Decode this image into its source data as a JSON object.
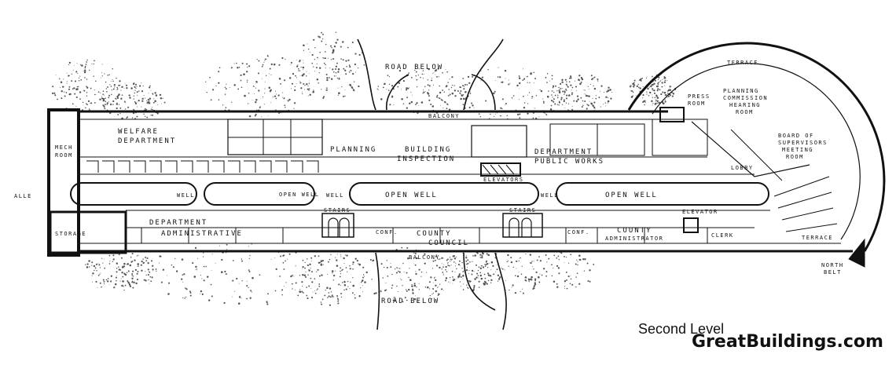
{
  "plan": {
    "caption": "Second Level",
    "watermark": "GreatBuildings.com",
    "labels": {
      "road_below_top": "ROAD BELOW",
      "road_below_bottom": "ROAD BELOW",
      "mech_room_1": "MECH",
      "mech_room_2": "ROOM",
      "storage": "STORAGE",
      "welfare_1": "WELFARE",
      "welfare_2": "DEPARTMENT",
      "planning": "PLANNING",
      "building_1": "BUILDING",
      "building_2": "INSPECTION",
      "public_works_1": "DEPARTMENT",
      "public_works_2": "PUBLIC WORKS",
      "elevators_top": "ELEVATORS",
      "open_well_1": "OPEN WELL",
      "open_well_2": "OPEN WELL",
      "open_well_3": "OPEN WELL",
      "well_1": "WELL",
      "well_2": "WELL",
      "well_3": "WELL",
      "stairs_1": "STAIRS",
      "stairs_2": "STAIRS",
      "elevator_right": "ELEVATOR",
      "admin_dept_1": "DEPARTMENT",
      "admin_dept_2": "ADMINISTRATIVE",
      "conf_1": "CONF.",
      "county_council_1": "COUNTY",
      "county_council_2": "COUNCIL",
      "conf_2": "CONF.",
      "county_admin_1": "COUNTY",
      "county_admin_2": "ADMINISTRATOR",
      "clerk": "CLERK",
      "terrace_top": "TERRACE",
      "terrace_right": "TERRACE",
      "press_room_1": "PRESS",
      "press_room_2": "ROOM",
      "planning_commission_1": "PLANNING",
      "planning_commission_2": "COMMISSION",
      "planning_commission_3": "HEARING",
      "planning_commission_4": "ROOM",
      "board_sup_1": "BOARD OF",
      "board_sup_2": "SUPERVISORS",
      "board_sup_3": "MEETING",
      "board_sup_4": "ROOM",
      "lobby": "LOBBY",
      "alle": "ALLE",
      "balcony_top": "BALCONY",
      "balcony_bottom": "BALCONY",
      "north_1": "NORTH",
      "north_2": "BELT"
    },
    "colors": {
      "ink": "#111111",
      "paper": "#ffffff",
      "foliage": "#555555"
    },
    "icons": [
      "north-arrow-icon"
    ]
  }
}
